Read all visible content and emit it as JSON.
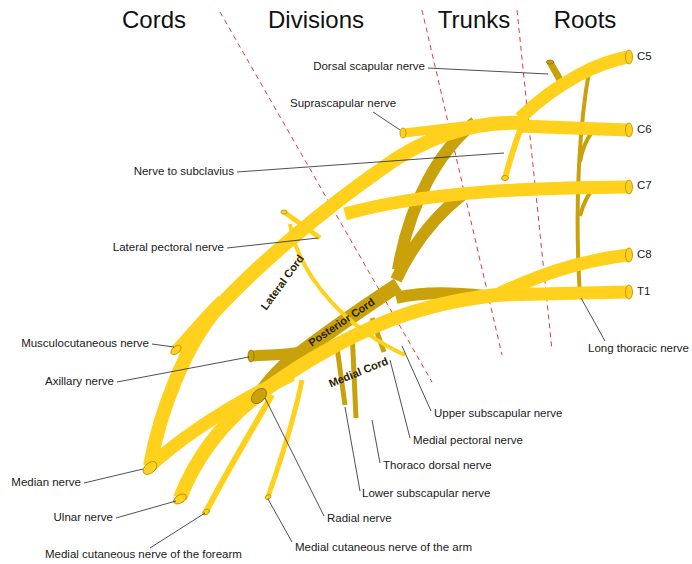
{
  "diagram": {
    "labels": [
      "Cords",
      "Divisions",
      "Trunks",
      "Roots",
      "C5",
      "C6",
      "C7",
      "C8",
      "T1",
      "Dorsal scapular nerve",
      "Suprascapular nerve",
      "Nerve to subclavius",
      "Lateral pectoral nerve",
      "Musculocutaneous nerve",
      "Axillary nerve",
      "Median nerve",
      "Ulnar nerve",
      "Medial cutaneous nerve of the forearm",
      "Medial cutaneous nerve of the arm",
      "Radial nerve",
      "Lower subscapular nerve",
      "Thoraco dorsal nerve",
      "Medial pectoral nerve",
      "Upper subscapular nerve",
      "Long thoracic nerve",
      "Lateral Cord",
      "Posterior Cord",
      "Medial Cord"
    ]
  }
}
